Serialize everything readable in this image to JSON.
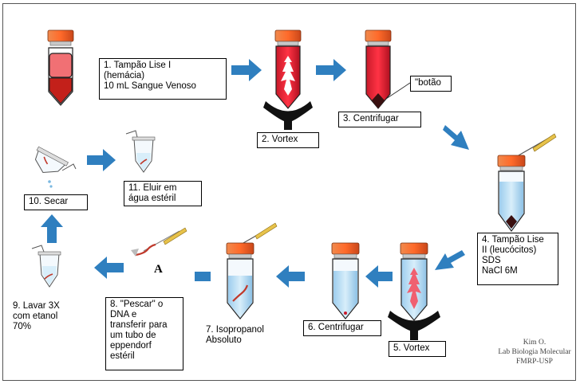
{
  "steps": {
    "s1": "1. Tampão Lise I\n(hemácia)\n10 mL Sangue Venoso",
    "s2": "2. Vortex",
    "s3": "3. Centrifugar",
    "pellet": "\"botão",
    "s4": "4. Tampão Lise\nII (leucócitos)\n      SDS\n      NaCl 6M",
    "s5": "5. Vortex",
    "s6": "6. Centrifugar",
    "s7": "7. Isopropanol\nAbsoluto",
    "s8": "8. \"Pescar\" o\nDNA e\ntransferir para\num tubo de\neppendorf\nestéril",
    "s9": "9. Lavar 3X\ncom etanol\n70%",
    "s10": "10. Secar",
    "s11": "11. Eluir em\nágua estéril"
  },
  "letter_a": "A",
  "credit": "Kim O.\nLab Biologia Molecular\nFMRP-USP",
  "colors": {
    "arrow": "#2f7fbf",
    "cap": "#e8632a",
    "blood": "#e8283a",
    "liquid": "#bfe0f5",
    "vortex": "#111111"
  }
}
